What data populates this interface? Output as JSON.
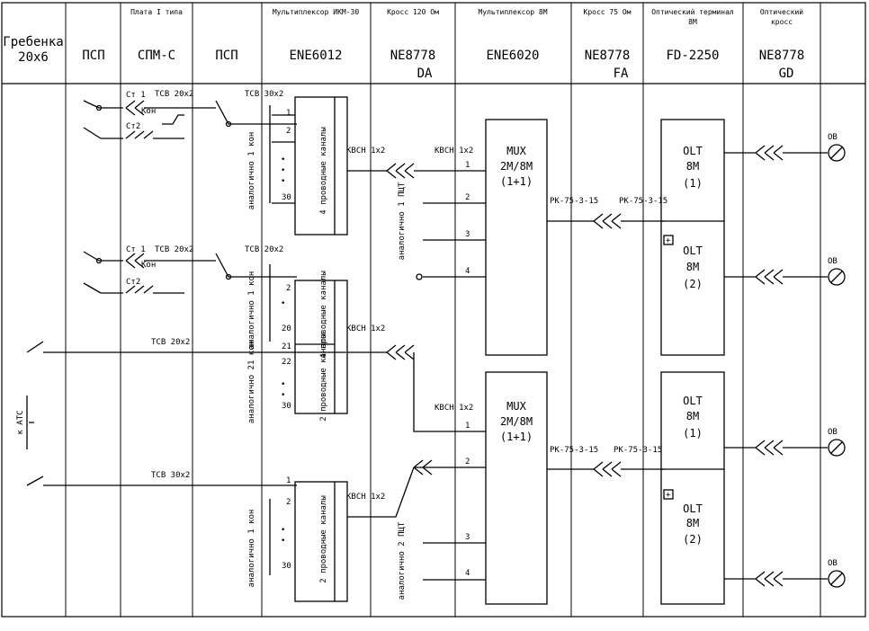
{
  "columns": [
    {
      "top": "",
      "main": [
        "Гребенка",
        "20x6"
      ]
    },
    {
      "top": "",
      "main": [
        "ПСП"
      ]
    },
    {
      "top": "Плата I типа",
      "main": [
        "СПМ-С"
      ]
    },
    {
      "top": "",
      "main": [
        "ПСП"
      ]
    },
    {
      "top": "Мультиплексор ИКМ-30",
      "main": [
        "ENE6012"
      ]
    },
    {
      "top": "Кросс 120 Ом",
      "main": [
        "NE8778",
        "DA"
      ]
    },
    {
      "top": "Мультиплексор 8М",
      "main": [
        "ENE6020"
      ]
    },
    {
      "top": "Кросс 75 Ом",
      "main": [
        "NE8778",
        "FA"
      ]
    },
    {
      "top": "Оптический терминал 8М",
      "main": [
        "FD-2250"
      ]
    },
    {
      "top": "Оптический кросс",
      "main": [
        "NE8778",
        "GD"
      ]
    },
    {
      "top": "",
      "main": []
    }
  ],
  "labels": {
    "st1": "Ст 1",
    "st2": "Ст2",
    "kon": "Кон",
    "tcb20x2": "ТСВ 20x2",
    "tcb30x2": "ТСВ 30x2",
    "kvsn1x2": "КВСН 1x2",
    "pk": "РК-75-3-15",
    "ob": "ОВ",
    "k_ats": "к АТС",
    "ikm_block_a": "4 проводные каналы",
    "ikm_block_b1": "4 проводные каналы",
    "ikm_block_b2": "2 проводные каналы",
    "ikm_block_c": "2 проводные каналы",
    "analog_1kon": "аналогично 1 кон",
    "analog_21kon": "аналогично 21 кон",
    "analog_1pcm": "аналогично 1 ПЦТ",
    "analog_2pcm": "аналогично 2 ПЦТ",
    "mux_title": "MUX",
    "mux_rate": "2M/8M",
    "mux_prot": "(1+1)",
    "olt": "OLT",
    "olt_rate": "8M",
    "olt1": "(1)",
    "olt2": "(2)",
    "plus": "+",
    "dots": "•",
    "n1": "1",
    "n2": "2",
    "n3": "3",
    "n4": "4",
    "n20": "20",
    "n21": "21",
    "n22": "22",
    "n30": "30"
  }
}
